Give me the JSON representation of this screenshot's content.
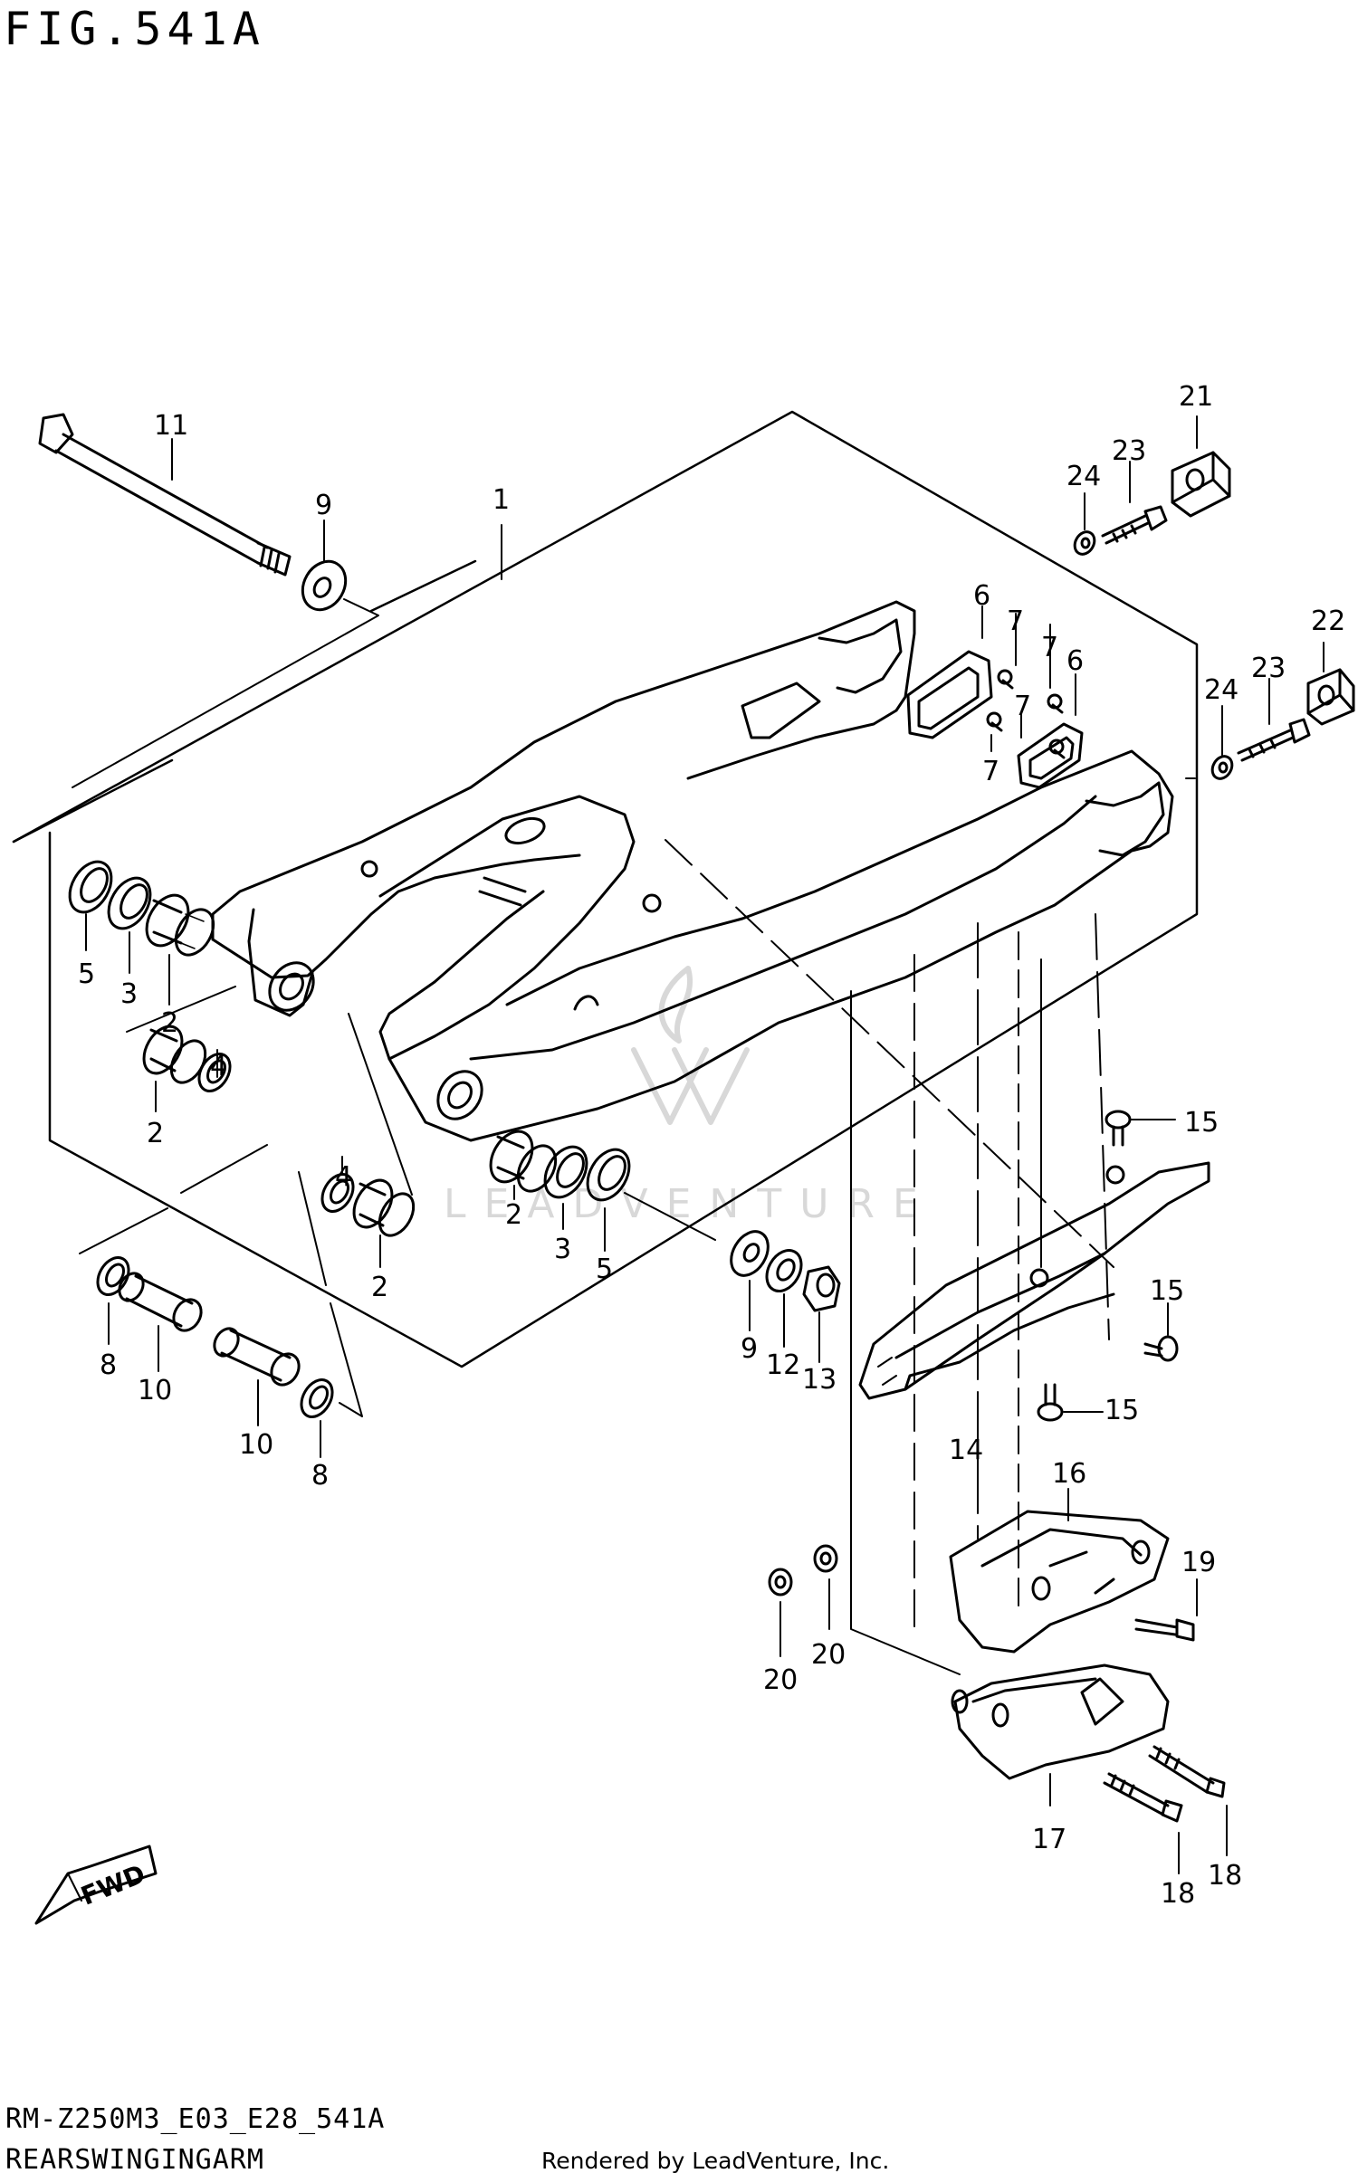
{
  "figure": {
    "title": "FIG.541A",
    "model_code": "RM-Z250M3_E03_E28_541A",
    "section_name": "REARSWINGINGARM",
    "credit": "Rendered by LeadVenture, Inc.",
    "watermark": "LEADVENTURE",
    "direction_label": "FWD"
  },
  "callouts": [
    {
      "id": "c1",
      "text": "1"
    },
    {
      "id": "c2a",
      "text": "2"
    },
    {
      "id": "c2b",
      "text": "2"
    },
    {
      "id": "c2c",
      "text": "2"
    },
    {
      "id": "c2d",
      "text": "2"
    },
    {
      "id": "c3a",
      "text": "3"
    },
    {
      "id": "c3b",
      "text": "3"
    },
    {
      "id": "c4a",
      "text": "4"
    },
    {
      "id": "c4b",
      "text": "4"
    },
    {
      "id": "c5a",
      "text": "5"
    },
    {
      "id": "c5b",
      "text": "5"
    },
    {
      "id": "c6a",
      "text": "6"
    },
    {
      "id": "c6b",
      "text": "6"
    },
    {
      "id": "c7a",
      "text": "7"
    },
    {
      "id": "c7b",
      "text": "7"
    },
    {
      "id": "c7c",
      "text": "7"
    },
    {
      "id": "c7d",
      "text": "7"
    },
    {
      "id": "c8a",
      "text": "8"
    },
    {
      "id": "c8b",
      "text": "8"
    },
    {
      "id": "c9a",
      "text": "9"
    },
    {
      "id": "c9b",
      "text": "9"
    },
    {
      "id": "c10a",
      "text": "10"
    },
    {
      "id": "c10b",
      "text": "10"
    },
    {
      "id": "c11",
      "text": "11"
    },
    {
      "id": "c12",
      "text": "12"
    },
    {
      "id": "c13",
      "text": "13"
    },
    {
      "id": "c14",
      "text": "14"
    },
    {
      "id": "c15a",
      "text": "15"
    },
    {
      "id": "c15b",
      "text": "15"
    },
    {
      "id": "c15c",
      "text": "15"
    },
    {
      "id": "c16",
      "text": "16"
    },
    {
      "id": "c17",
      "text": "17"
    },
    {
      "id": "c18a",
      "text": "18"
    },
    {
      "id": "c18b",
      "text": "18"
    },
    {
      "id": "c19",
      "text": "19"
    },
    {
      "id": "c20a",
      "text": "20"
    },
    {
      "id": "c20b",
      "text": "20"
    },
    {
      "id": "c21",
      "text": "21"
    },
    {
      "id": "c22",
      "text": "22"
    },
    {
      "id": "c23a",
      "text": "23"
    },
    {
      "id": "c23b",
      "text": "23"
    },
    {
      "id": "c24a",
      "text": "24"
    },
    {
      "id": "c24b",
      "text": "24"
    }
  ]
}
